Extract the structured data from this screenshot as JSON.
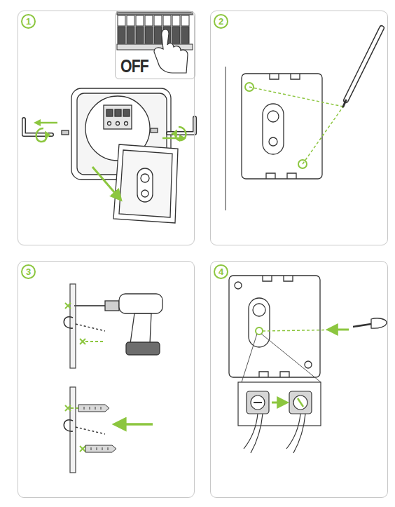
{
  "diagram": {
    "nodes": [
      {
        "text": [
          "1"
        ]
      },
      {
        "text": [
          "OFF"
        ],
        "in": 0
      },
      {
        "text": [
          "2"
        ]
      },
      {
        "text": [
          "3"
        ]
      },
      {
        "text": [
          "4"
        ]
      }
    ]
  }
}
